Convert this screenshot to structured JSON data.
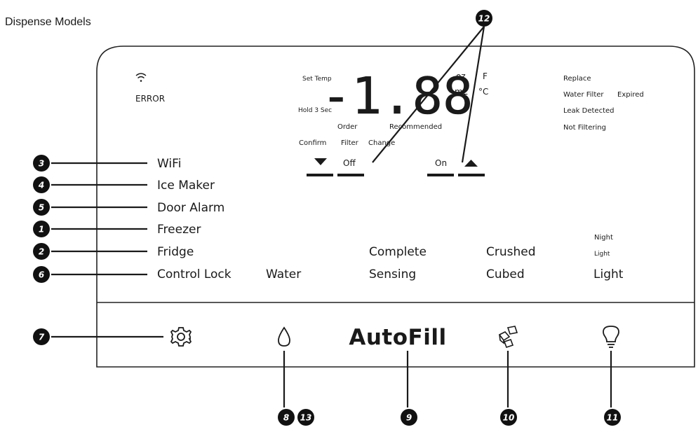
{
  "title": "Dispense Models",
  "display": {
    "wifi_status": "ERROR",
    "set_temp": "Set Temp",
    "hold": "Hold 3 Sec",
    "temperature": "-1.88",
    "unit_oz": "oz",
    "unit_f": "F",
    "unit_ml": "mL",
    "unit_c": "°C",
    "order": "Order",
    "confirm": "Confirm",
    "filter": "Filter",
    "change": "Change",
    "recommended": "Recommended",
    "off": "Off",
    "on": "On",
    "replace": "Replace",
    "water_filter": "Water Filter",
    "expired": "Expired",
    "leak": "Leak Detected",
    "not_filtering": "Not Filtering"
  },
  "labels": {
    "wifi": "WiFi",
    "ice_maker": "Ice Maker",
    "door_alarm": "Door Alarm",
    "freezer": "Freezer",
    "fridge": "Fridge",
    "control_lock": "Control Lock",
    "water": "Water",
    "complete": "Complete",
    "sensing": "Sensing",
    "crushed": "Crushed",
    "cubed": "Cubed",
    "night": "Night",
    "light_small": "Light",
    "light": "Light"
  },
  "buttons": {
    "autofill": "AutoFill"
  },
  "icons": {
    "wifi": "wifi-icon",
    "settings": "gear-icon",
    "water": "water-drop-icon",
    "ice": "ice-cubes-icon",
    "light": "light-bulb-icon",
    "down": "triangle-down-icon",
    "up": "triangle-up-icon"
  },
  "callouts": {
    "c1": "1",
    "c2": "2",
    "c3": "3",
    "c4": "4",
    "c5": "5",
    "c6": "6",
    "c7": "7",
    "c8": "8",
    "c9": "9",
    "c10": "10",
    "c11": "11",
    "c12": "12",
    "c13": "13"
  }
}
